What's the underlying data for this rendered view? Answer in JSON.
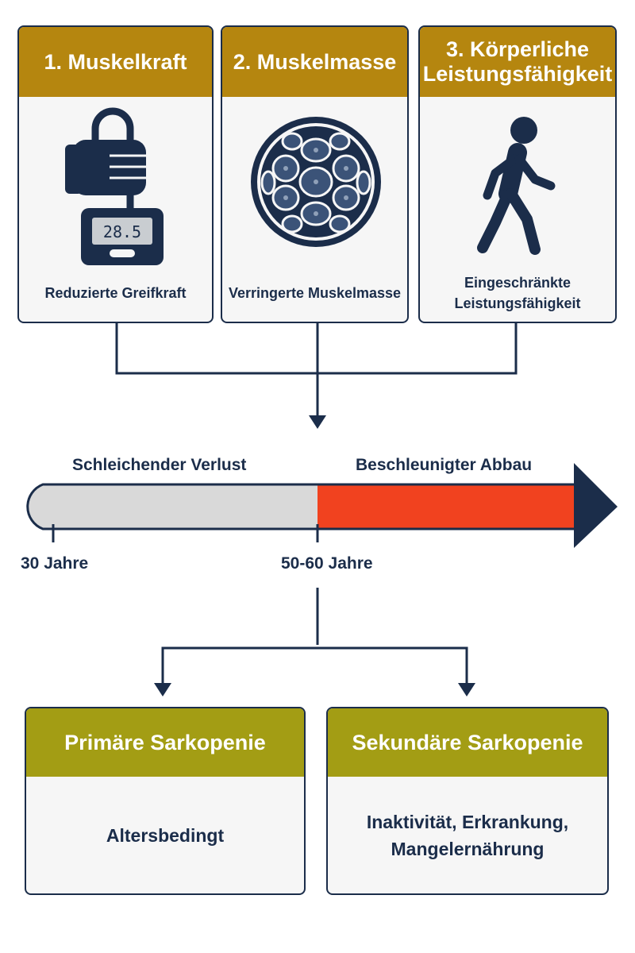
{
  "criteria": [
    {
      "title": "1. Muskelkraft",
      "caption": "Reduzierte Greifkraft",
      "icon": "hand-dynamometer-icon",
      "display_value": "28.5"
    },
    {
      "title": "2. Muskelmasse",
      "caption": "Verringerte Muskelmasse",
      "icon": "muscle-cross-section-icon"
    },
    {
      "title": "3. Körperliche Leistungsfähigkeit",
      "caption": "Eingeschränkte Leistungsfähigkeit",
      "icon": "walking-person-icon"
    }
  ],
  "timeline": {
    "phase_slow": "Schleichender Verlust",
    "phase_fast": "Beschleunigter Abbau",
    "tick_start": "30 Jahre",
    "tick_mid": "50-60 Jahre",
    "colors": {
      "slow": "#d9d9d9",
      "fast": "#f1421f",
      "arrow": "#1b2d4a"
    }
  },
  "types": [
    {
      "title": "Primäre Sarkopenie",
      "description": "Altersbedingt"
    },
    {
      "title": "Sekundäre Sarkopenie",
      "description": "Inaktivität, Erkrankung, Mangelernährung"
    }
  ],
  "colors": {
    "navy": "#1b2d4a",
    "gold": "#b5860f",
    "olive": "#a39d14"
  }
}
